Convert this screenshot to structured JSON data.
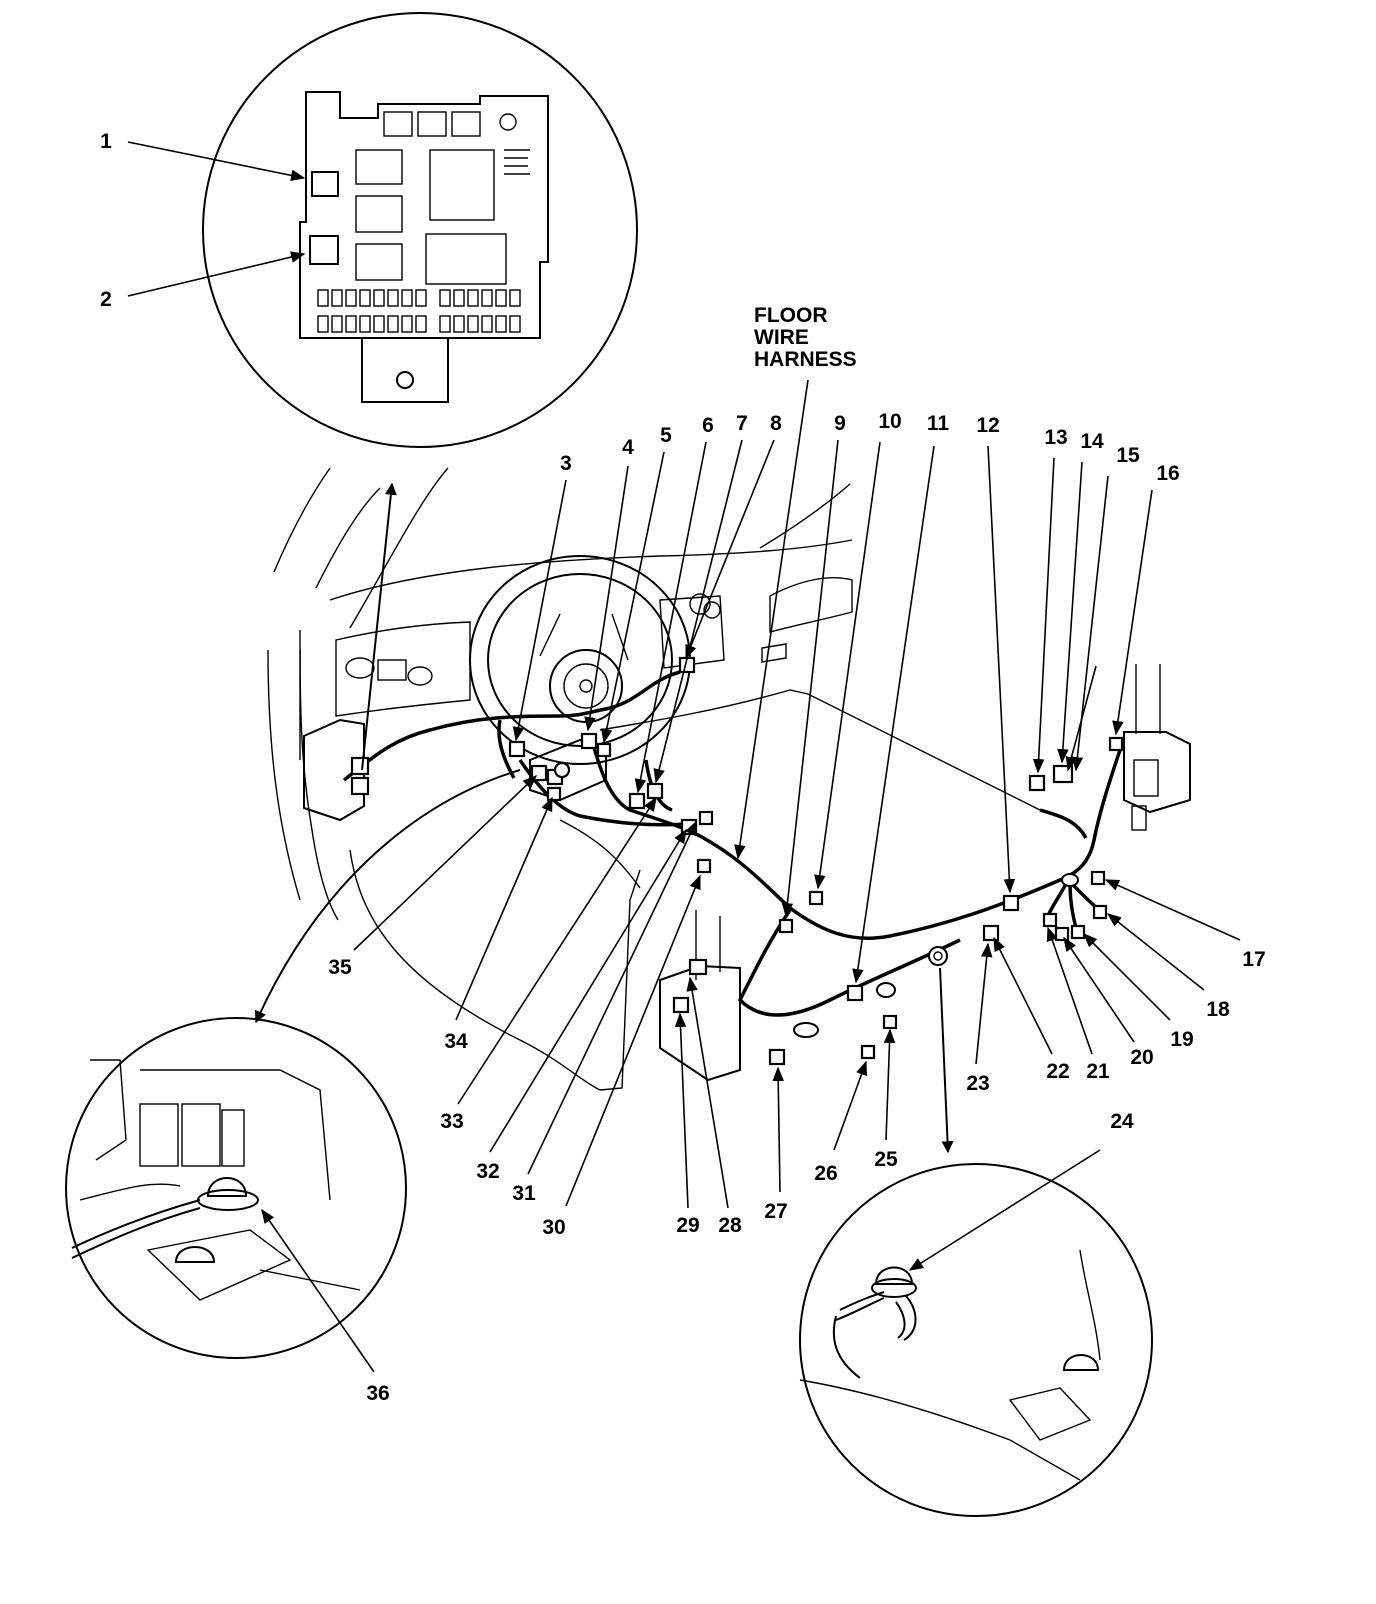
{
  "harness_label": [
    "FLOOR",
    "WIRE",
    "HARNESS"
  ],
  "callouts": [
    "1",
    "2",
    "3",
    "4",
    "5",
    "6",
    "7",
    "8",
    "9",
    "10",
    "11",
    "12",
    "13",
    "14",
    "15",
    "16",
    "17",
    "18",
    "19",
    "20",
    "21",
    "22",
    "23",
    "24",
    "25",
    "26",
    "27",
    "28",
    "29",
    "30",
    "31",
    "32",
    "33",
    "34",
    "35",
    "36"
  ]
}
